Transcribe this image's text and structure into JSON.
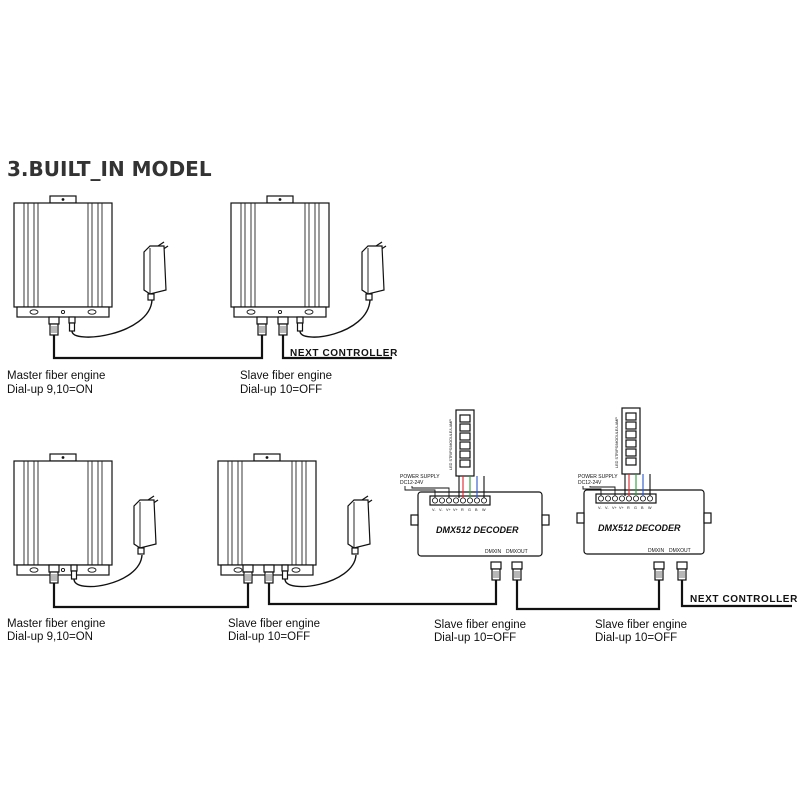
{
  "title": "3.BUILT_IN MODEL",
  "top_row": {
    "master_caption": [
      "Master fiber engine",
      "Dial-up  9,10=ON"
    ],
    "slave_caption": [
      "Slave fiber engine",
      "Dial-up  10=OFF"
    ],
    "next_controller": "NEXT CONTROLLER"
  },
  "bottom_row": {
    "master_caption": [
      "Master fiber engine",
      "Dial-up  9,10=ON"
    ],
    "slave_caption": [
      "Slave fiber engine",
      "Dial-up  10=OFF"
    ],
    "decoder1_caption": [
      "Slave fiber engine",
      "Dial-up  10=OFF"
    ],
    "decoder2_caption": [
      "Slave fiber engine",
      "Dial-up  10=OFF"
    ],
    "next_controller": "NEXT CONTROLLER"
  },
  "decoder": {
    "name": "DMX512 DECODER",
    "power_supply": "POWER SUPPLY",
    "voltage": "DC12-24V",
    "terminals": [
      "V-",
      "V-",
      "V+",
      "V+",
      "R",
      "G",
      "B",
      "W"
    ],
    "port_in": "DMXIN",
    "port_out": "DMXOUT",
    "lamp_label": "LED STRIPS/MODULE/LAMP"
  },
  "colors": {
    "line": "#111111",
    "red_wire": "#e0242a",
    "green_wire": "#2a9d3a",
    "blue_wire": "#2a56c8",
    "title": "#333333"
  }
}
